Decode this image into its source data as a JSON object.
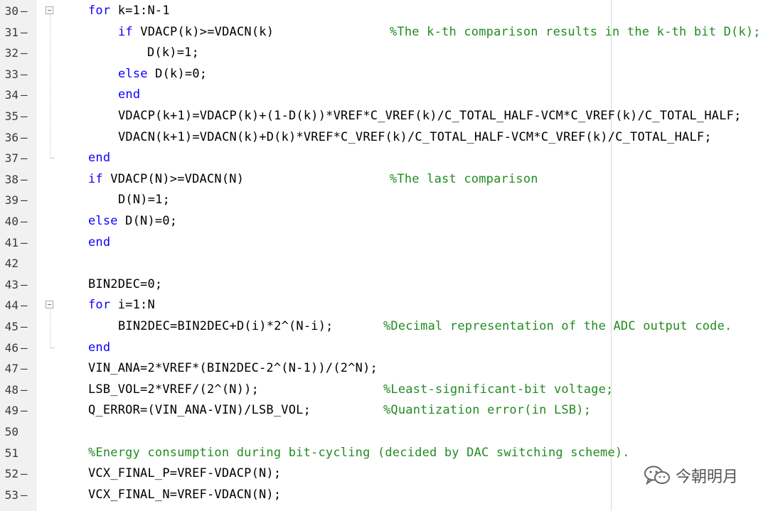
{
  "editor": {
    "lines": [
      {
        "num": "30",
        "dash": "–",
        "code": "",
        "kw1": "for",
        "rest": " k=1:N-1",
        "comment": ""
      },
      {
        "num": "31",
        "dash": "–",
        "kw1": "if",
        "rest": " VDACP(k)>=VDACN(k)",
        "comment": "%The k-th comparison results in the k-th bit D(k);"
      },
      {
        "num": "32",
        "dash": "–",
        "kw1": "",
        "rest": "D(k)=1;",
        "comment": ""
      },
      {
        "num": "33",
        "dash": "–",
        "kw1": "else",
        "rest": " D(k)=0;",
        "comment": ""
      },
      {
        "num": "34",
        "dash": "–",
        "kw1": "end",
        "rest": "",
        "comment": ""
      },
      {
        "num": "35",
        "dash": "–",
        "kw1": "",
        "rest": "VDACP(k+1)=VDACP(k)+(1-D(k))*VREF*C_VREF(k)/C_TOTAL_HALF-VCM*C_VREF(k)/C_TOTAL_HALF;",
        "comment": ""
      },
      {
        "num": "36",
        "dash": "–",
        "kw1": "",
        "rest": "VDACN(k+1)=VDACN(k)+D(k)*VREF*C_VREF(k)/C_TOTAL_HALF-VCM*C_VREF(k)/C_TOTAL_HALF;",
        "comment": ""
      },
      {
        "num": "37",
        "dash": "–",
        "kw1": "end",
        "rest": "",
        "comment": ""
      },
      {
        "num": "38",
        "dash": "–",
        "kw1": "if",
        "rest": " VDACP(N)>=VDACN(N)",
        "comment": "%The last comparison"
      },
      {
        "num": "39",
        "dash": "–",
        "kw1": "",
        "rest": "D(N)=1;",
        "comment": ""
      },
      {
        "num": "40",
        "dash": "–",
        "kw1": "else",
        "rest": " D(N)=0;",
        "comment": ""
      },
      {
        "num": "41",
        "dash": "–",
        "kw1": "end",
        "rest": "",
        "comment": ""
      },
      {
        "num": "42",
        "dash": "",
        "kw1": "",
        "rest": "",
        "comment": ""
      },
      {
        "num": "43",
        "dash": "–",
        "kw1": "",
        "rest": "BIN2DEC=0;",
        "comment": ""
      },
      {
        "num": "44",
        "dash": "–",
        "kw1": "for",
        "rest": " i=1:N",
        "comment": ""
      },
      {
        "num": "45",
        "dash": "–",
        "kw1": "",
        "rest": "BIN2DEC=BIN2DEC+D(i)*2^(N-i);",
        "comment": "%Decimal representation of the ADC output code."
      },
      {
        "num": "46",
        "dash": "–",
        "kw1": "end",
        "rest": "",
        "comment": ""
      },
      {
        "num": "47",
        "dash": "–",
        "kw1": "",
        "rest": "VIN_ANA=2*VREF*(BIN2DEC-2^(N-1))/(2^N);",
        "comment": ""
      },
      {
        "num": "48",
        "dash": "–",
        "kw1": "",
        "rest": "LSB_VOL=2*VREF/(2^(N));",
        "comment": "%Least-significant-bit voltage;"
      },
      {
        "num": "49",
        "dash": "–",
        "kw1": "",
        "rest": "Q_ERROR=(VIN_ANA-VIN)/LSB_VOL;",
        "comment": "%Quantization error(in LSB);"
      },
      {
        "num": "50",
        "dash": "",
        "kw1": "",
        "rest": "",
        "comment": ""
      },
      {
        "num": "51",
        "dash": "",
        "kw1": "",
        "rest": "",
        "comment": "%Energy consumption during bit-cycling (decided by DAC switching scheme)."
      },
      {
        "num": "52",
        "dash": "–",
        "kw1": "",
        "rest": "VCX_FINAL_P=VREF-VDACP(N);",
        "comment": ""
      },
      {
        "num": "53",
        "dash": "–",
        "kw1": "",
        "rest": "VCX_FINAL_N=VREF-VDACN(N);",
        "comment": ""
      }
    ]
  },
  "watermark": {
    "text": "今朝明月",
    "icon": "wechat-icon"
  },
  "colors": {
    "keyword": "#0e00ff",
    "comment": "#228b22",
    "text": "#000000",
    "gutter": "#f1f1f1"
  }
}
